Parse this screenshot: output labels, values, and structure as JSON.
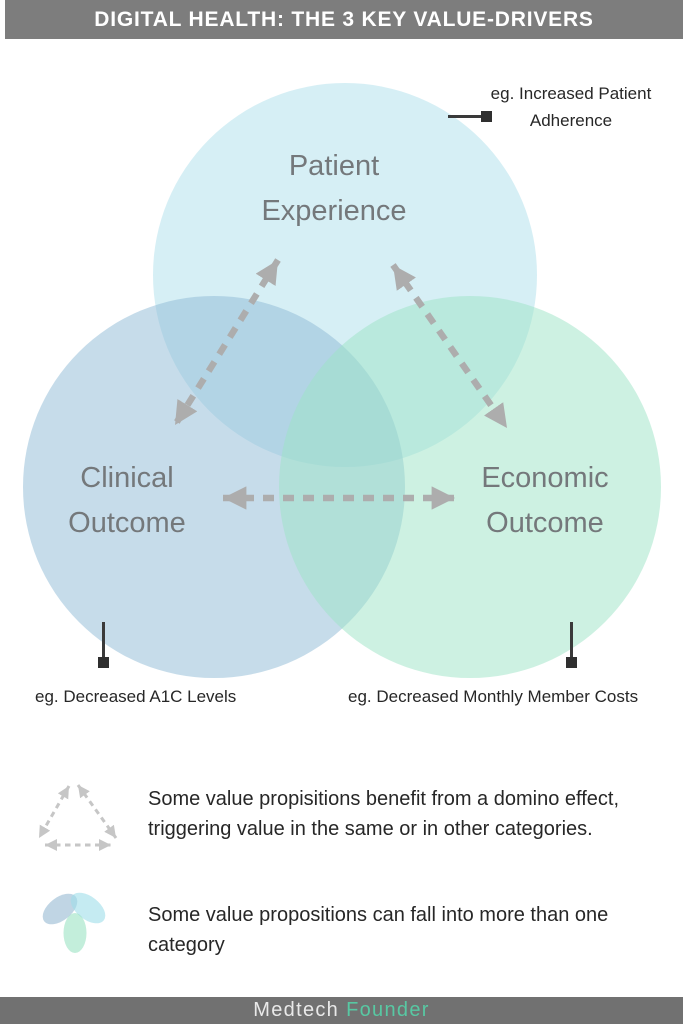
{
  "header": {
    "title": "DIGITAL HEALTH: THE 3 KEY VALUE-DRIVERS",
    "bar_color": "#7d7d7d",
    "text_color": "#ffffff"
  },
  "venn": {
    "label_color": "#74787b",
    "arrow_color": "#adadad",
    "circles": [
      {
        "name": "patient-experience",
        "lines": [
          "Patient",
          "Experience"
        ],
        "color": "rgba(173,223,235,0.5)"
      },
      {
        "name": "clinical-outcome",
        "lines": [
          "Clinical",
          "Outcome"
        ],
        "color": "rgba(141,185,213,0.5)"
      },
      {
        "name": "economic-outcome",
        "lines": [
          "Economic",
          "Outcome"
        ],
        "color": "rgba(155,227,197,0.5)"
      }
    ]
  },
  "annotations": {
    "patient": {
      "lines": [
        "eg. Increased Patient",
        "Adherence"
      ]
    },
    "clinical": {
      "text": "eg. Decreased A1C Levels"
    },
    "economic": {
      "text": "eg. Decreased Monthly Member Costs"
    }
  },
  "legend": [
    {
      "icon": "domino-effect-icon",
      "text": "Some value propisitions benefit from a domino effect, triggering value in the same or in other categories."
    },
    {
      "icon": "multi-category-icon",
      "text": "Some value propositions can fall into more than one category"
    }
  ],
  "footer": {
    "brand_part1": "Medtech",
    "brand_part2": "Founder",
    "accent_color": "#58c8a3",
    "bar_color": "#717171"
  }
}
